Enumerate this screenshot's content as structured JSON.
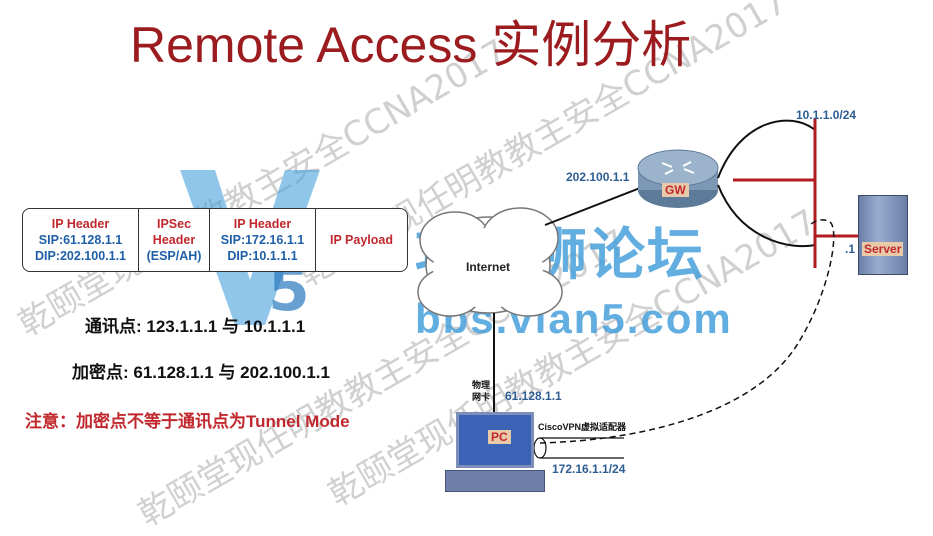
{
  "title": "Remote Access 实例分析",
  "packet": {
    "ip_header_1": {
      "title": "IP Header",
      "sip": "SIP:61.128.1.1",
      "dip": "DIP:202.100.1.1"
    },
    "ipsec": {
      "line1": "IPSec",
      "line2": "Header",
      "line3": "(ESP/AH)"
    },
    "ip_header_2": {
      "title": "IP Header",
      "sip": "SIP:172.16.1.1",
      "dip": "DIP:10.1.1.1"
    },
    "payload": "IP Payload"
  },
  "info": {
    "comm_points": "通讯点: 123.1.1.1 与 10.1.1.1",
    "crypto_points": "加密点: 61.128.1.1 与 202.100.1.1",
    "note": "注意：加密点不等于通讯点为Tunnel Mode"
  },
  "network": {
    "internet": "Internet",
    "gw": "GW",
    "gw_ip": "202.100.1.1",
    "lan": "10.1.1.0/24",
    "server_suffix": ".1",
    "server": "Server",
    "pc": "PC",
    "phys_nic_1": "物理",
    "phys_nic_2": "网卡",
    "pc_ip": "61.128.1.1",
    "vpn_adapter": "CiscoVPN虚拟适配器",
    "vpn_ip": "172.16.1.1/24"
  },
  "watermark": {
    "logo_text": "攻城狮论坛",
    "logo_url": "bbs.vlan5.com",
    "lines": [
      "乾颐堂现任明教教主安全CCNA2017",
      "乾颐堂现任明教教主安全CCNA2017",
      "乾颐堂现任明教教主安全CCNA2017",
      "乾颐堂现任明教教主安全CCNA2017"
    ]
  },
  "colors": {
    "title": "#9b1b1f",
    "red": "#c0282d",
    "blue": "#1f5fa8",
    "router": "#6e8aa6",
    "gw_label_bg": "#e8c9a8"
  }
}
